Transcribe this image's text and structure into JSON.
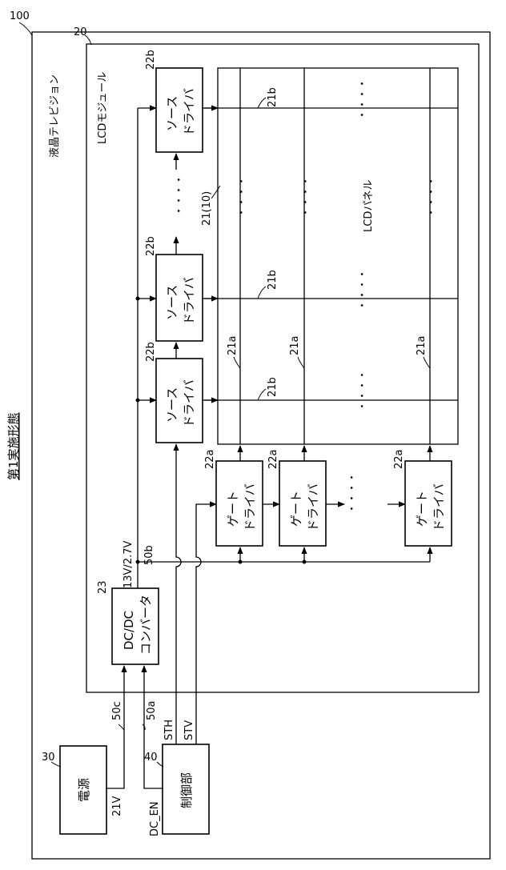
{
  "figure": {
    "title": "第1実施形態",
    "tv_label": "液晶テレビジョン",
    "tv_ref": "100",
    "module_label": "LCDモジュール",
    "module_ref": "20",
    "panel_label": "LCDパネル",
    "panel_ref": "21(10)",
    "source_driver_text": [
      "ソース",
      "ドライバ"
    ],
    "source_driver_ref": "22b",
    "gate_driver_text": [
      "ゲート",
      "ドライバ"
    ],
    "gate_driver_ref": "22a",
    "converter_text": [
      "DC/DC",
      "コンバータ"
    ],
    "converter_ref": "23",
    "power_label": "電源",
    "power_ref": "30",
    "controller_label": "制御部",
    "controller_ref": "40",
    "line_ref_a": "21a",
    "line_ref_b": "21b",
    "dots": "・・・・",
    "signals": {
      "v21": "21V",
      "dc_en": "DC_EN",
      "sth": "STH",
      "stv": "STV",
      "ref_50a": "50a",
      "ref_50b": "50b",
      "ref_50c": "50c",
      "out_voltage": "13V/2.7V"
    }
  }
}
